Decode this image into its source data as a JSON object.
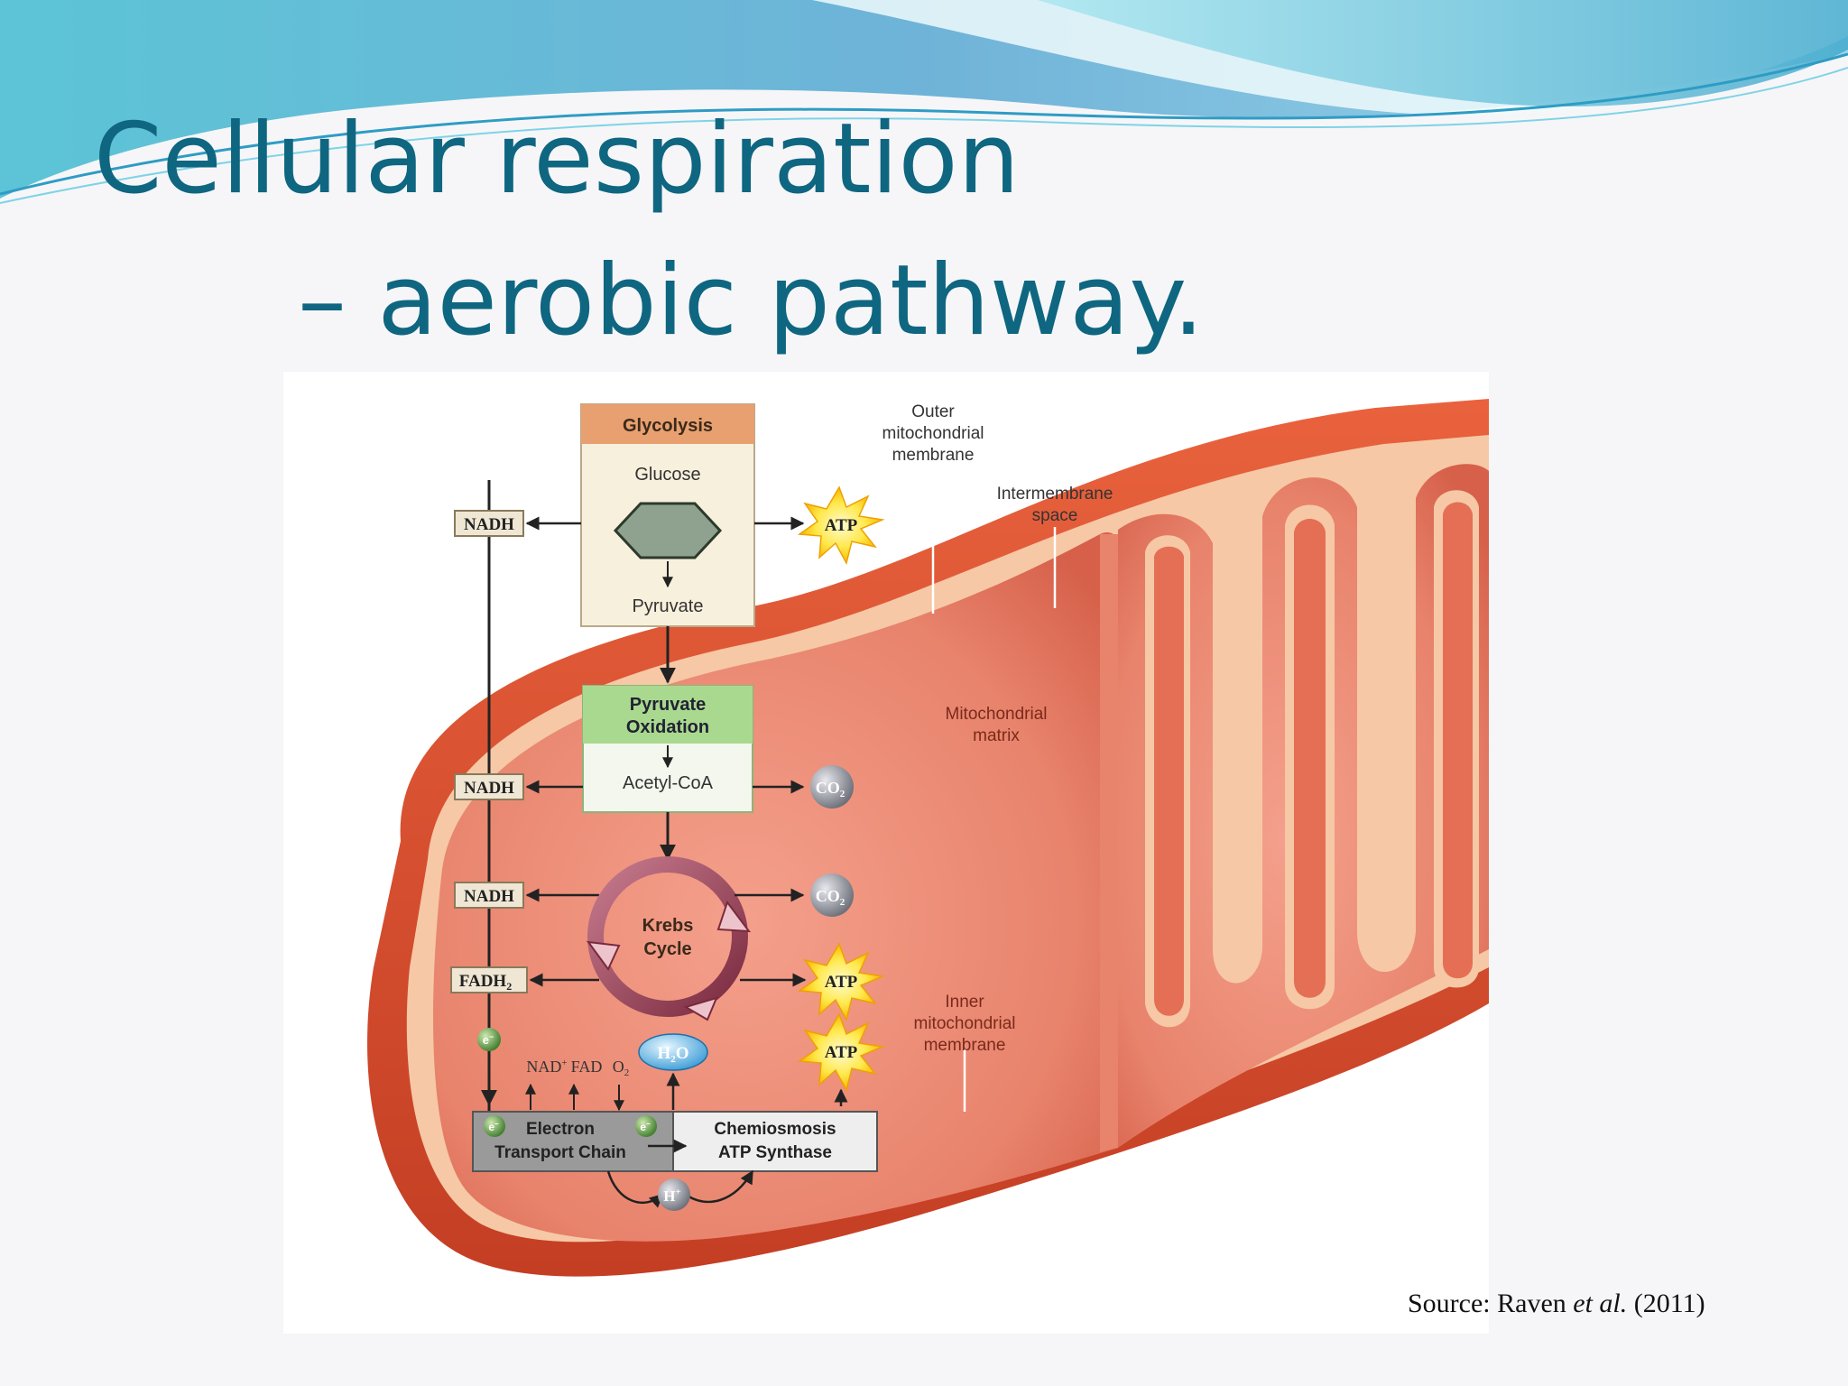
{
  "slide": {
    "title_line1": "Cellular respiration",
    "title_line2": "– aerobic pathway.",
    "source_prefix": "Source: Raven ",
    "source_italic": "et al.",
    "source_suffix": " (2011)"
  },
  "diagram": {
    "glycolysis": {
      "header": "Glycolysis",
      "input": "Glucose",
      "output": "Pyruvate"
    },
    "pyruvate_oxidation": {
      "header_line1": "Pyruvate",
      "header_line2": "Oxidation",
      "output": "Acetyl-CoA"
    },
    "krebs": {
      "line1": "Krebs",
      "line2": "Cycle"
    },
    "carriers": {
      "nadh": "NADH",
      "fadh2": "FADH",
      "fadh2_sub": "2"
    },
    "products": {
      "atp": "ATP",
      "co2": "CO",
      "co2_sub": "2",
      "h2o_h": "H",
      "h2o_sub": "2",
      "h2o_o": "O",
      "h_plus": "H",
      "h_plus_sup": "+"
    },
    "etc_inputs": {
      "nad": "NAD",
      "nad_sup": "+",
      "fad": "FAD",
      "o2": "O",
      "o2_sub": "2",
      "electron": "e",
      "electron_sup": "−"
    },
    "etc_box": {
      "left_line1": "Electron",
      "left_line2": "Transport Chain",
      "right_line1": "Chemiosmosis",
      "right_line2": "ATP Synthase"
    },
    "labels": {
      "outer_line1": "Outer",
      "outer_line2": "mitochondrial",
      "outer_line3": "membrane",
      "intermembrane_line1": "Intermembrane",
      "intermembrane_line2": "space",
      "matrix_line1": "Mitochondrial",
      "matrix_line2": "matrix",
      "inner_line1": "Inner",
      "inner_line2": "mitochondrial",
      "inner_line3": "membrane"
    },
    "colors": {
      "title": "#0f6680",
      "outer_membrane": "#d94a2a",
      "matrix": "#e8836c",
      "glycolysis_header": "#e9a070",
      "glycolysis_body": "#f7f0dc",
      "pyruvate_header": "#a9d98f",
      "etc_left": "#9a9a9a",
      "etc_right": "#eeeeee"
    }
  }
}
